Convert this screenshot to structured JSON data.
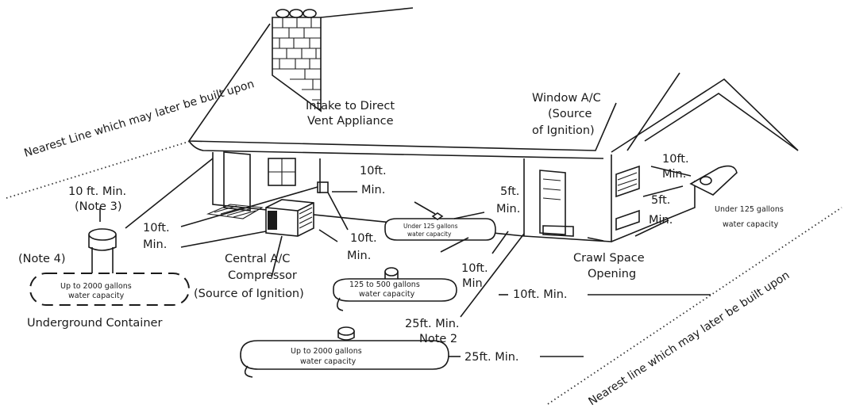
{
  "diagram": {
    "line_left": "Nearest Line which may later be built upon",
    "line_right": "Nearest line which may later be built upon",
    "intake": [
      "Intake to Direct",
      "Vent Appliance"
    ],
    "window_ac": [
      "Window A/C",
      "(Source",
      "of Ignition)"
    ],
    "central_ac": [
      "Central A/C",
      "Compressor",
      "(Source of Ignition)"
    ],
    "crawl": [
      "Crawl Space",
      "Opening"
    ],
    "underground": "Underground Container",
    "note3": [
      "10 ft. Min.",
      "(Note 3)"
    ],
    "note4": "(Note 4)",
    "note2": [
      "25ft. Min.",
      "Note 2"
    ],
    "dist": {
      "intake_left": [
        "10ft.",
        "Min."
      ],
      "intake_right": [
        "10ft.",
        "Min."
      ],
      "intake_down": [
        "10ft.",
        "Min."
      ],
      "five_mid": [
        "5ft.",
        "Min."
      ],
      "window_10": [
        "10ft.",
        "Min."
      ],
      "window_5": [
        "5ft.",
        "Min."
      ],
      "corner_10": [
        "10ft.",
        "Min"
      ],
      "row_10": "10ft. Min.",
      "row_25": "25ft. Min."
    },
    "tanks": {
      "under125_small": [
        "Under 125 gallons",
        "water capacity"
      ],
      "under125_right": [
        "Under 125 gallons",
        "water capacity"
      ],
      "t125_500": [
        "125 to 500 gallons",
        "water capacity"
      ],
      "t2000_under": [
        "Up to 2000 gallons",
        "water capacity"
      ],
      "t2000_front": [
        "Up to 2000 gallons",
        "water capacity"
      ]
    }
  }
}
